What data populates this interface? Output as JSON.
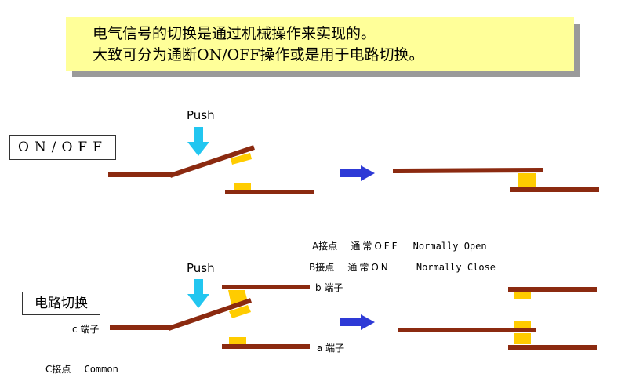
{
  "banner": {
    "line1": "电气信号的切换是通过机械操作来实现的。",
    "line2": "大致可分为通断ON/OFF操作或是用于电路切换。"
  },
  "onoff": {
    "label": "ON/OFF",
    "push_label": "Push"
  },
  "legend": {
    "a_contact": "A接点",
    "a_state": "通常OFF",
    "a_english": "Normally Open",
    "b_contact": "B接点",
    "b_state": "通常ON",
    "b_english": "Normally Close"
  },
  "switching": {
    "label": "电路切换",
    "push_label": "Push",
    "b_terminal": "b 端子",
    "a_terminal": "a 端子",
    "c_terminal": "c 端子",
    "c_contact": "C接点",
    "c_english": "Common"
  },
  "colors": {
    "conductor": "#8b2a10",
    "contact": "#ffcc00",
    "push_arrow": "#22c6f0",
    "result_arrow": "#2e3ad6",
    "banner_bg": "#ffff99"
  }
}
